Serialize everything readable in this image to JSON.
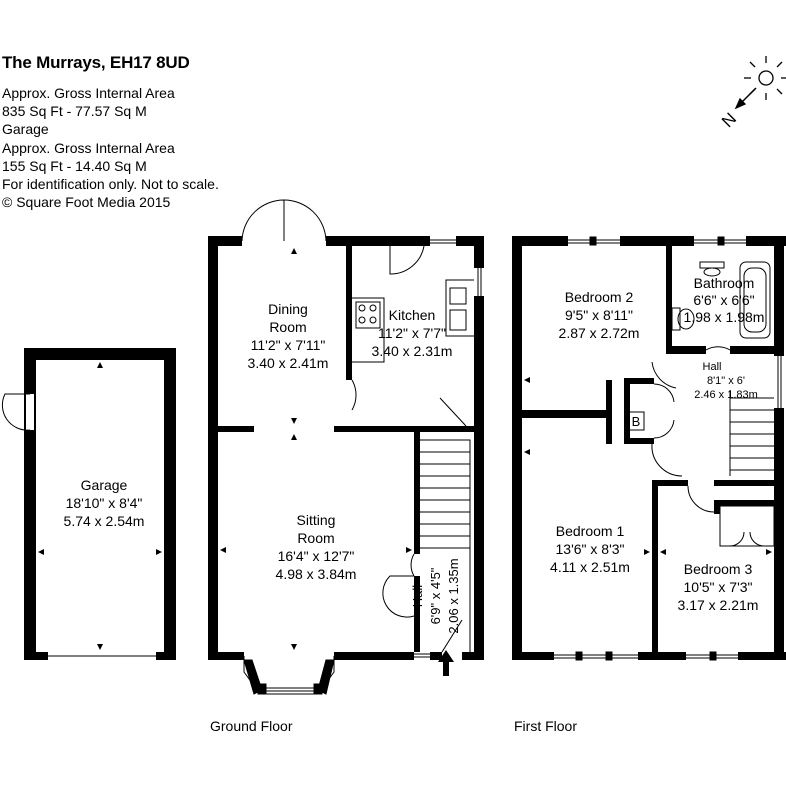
{
  "header": {
    "title": "The Murrays, EH17 8UD",
    "lines": [
      "Approx. Gross Internal Area",
      "835 Sq Ft  -  77.57 Sq M",
      "Garage",
      "Approx. Gross Internal Area",
      "155 Sq Ft  -  14.40 Sq M",
      "For identification only. Not to scale.",
      "© Square Foot Media 2015"
    ]
  },
  "compass": {
    "label": "N",
    "icon": "sun-compass-icon"
  },
  "floors": {
    "ground": "Ground Floor",
    "first": "First Floor"
  },
  "rooms": {
    "garage": {
      "name": [
        "Garage"
      ],
      "imperial": "18'10\" x 8'4\"",
      "metric": "5.74 x 2.54m"
    },
    "dining": {
      "name": [
        "Dining",
        "Room"
      ],
      "imperial": "11'2\" x 7'11\"",
      "metric": "3.40 x 2.41m"
    },
    "kitchen": {
      "name": [
        "Kitchen"
      ],
      "imperial": "11'2\" x 7'7\"",
      "metric": "3.40 x 2.31m"
    },
    "sitting": {
      "name": [
        "Sitting",
        "Room"
      ],
      "imperial": "16'4\" x 12'7\"",
      "metric": "4.98 x 3.84m"
    },
    "hall_ground": {
      "name": [
        "Hall"
      ],
      "imperial": "6'9\" x 4'5\"",
      "metric": "2.06 x 1.35m"
    },
    "bedroom2": {
      "name": [
        "Bedroom 2"
      ],
      "imperial": "9'5\" x 8'11\"",
      "metric": "2.87 x 2.72m"
    },
    "bathroom": {
      "name": [
        "Bathroom"
      ],
      "imperial": "6'6\" x 6'6\"",
      "metric": "1.98 x 1.98m"
    },
    "hall_first": {
      "name": [
        "Hall"
      ],
      "imperial": "8'1\" x 6'",
      "metric": "2.46 x 1.83m"
    },
    "bedroom1": {
      "name": [
        "Bedroom 1"
      ],
      "imperial": "13'6\" x 8'3\"",
      "metric": "4.11 x 2.51m"
    },
    "bedroom3": {
      "name": [
        "Bedroom 3"
      ],
      "imperial": "10'5\" x 7'3\"",
      "metric": "3.17 x 2.21m"
    }
  },
  "boiler_label": "B"
}
